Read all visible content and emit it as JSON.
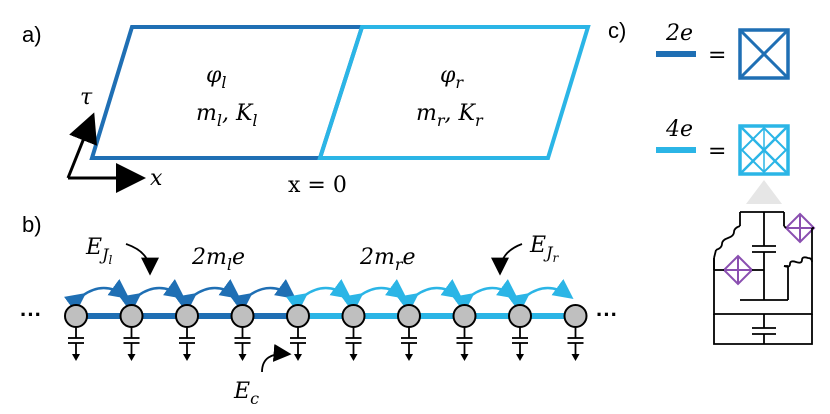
{
  "panel_labels": {
    "a": "a)",
    "b": "b)",
    "c": "c)"
  },
  "panel_a": {
    "left_region": {
      "phi": "φ",
      "phi_sub": "l",
      "params": "m",
      "params_sub1": "l",
      "params_sep": ", K",
      "params_sub2": "l"
    },
    "right_region": {
      "phi": "φ",
      "phi_sub": "r",
      "params": "m",
      "params_sub1": "r",
      "params_sep": ", K",
      "params_sub2": "r"
    },
    "axis_tau": "τ",
    "axis_x": "x",
    "interface_label": "x = 0"
  },
  "panel_b": {
    "left_hopping": "2m",
    "left_hopping_sub": "l",
    "left_hopping_tail": "e",
    "right_hopping": "2m",
    "right_hopping_sub": "r",
    "right_hopping_tail": "e",
    "ej_left": "E",
    "ej_left_sub": "J",
    "ej_left_subsub": "l",
    "ej_right": "E",
    "ej_right_sub": "J",
    "ej_right_subsub": "r",
    "ec": "E",
    "ec_sub": "c",
    "ellipsis_left": "···",
    "ellipsis_right": "···",
    "node_count": 10
  },
  "panel_c": {
    "charge_2e": "2e",
    "charge_4e": "4e",
    "equals": "="
  },
  "colors": {
    "dark_blue": "#1f6fb4",
    "light_blue": "#2bb5e6",
    "node_fill": "#bfbfbf",
    "purple": "#8a4fb0"
  },
  "icons": {
    "sides": "cross-box-icon",
    "capacitor": "ground-capacitor-icon"
  }
}
